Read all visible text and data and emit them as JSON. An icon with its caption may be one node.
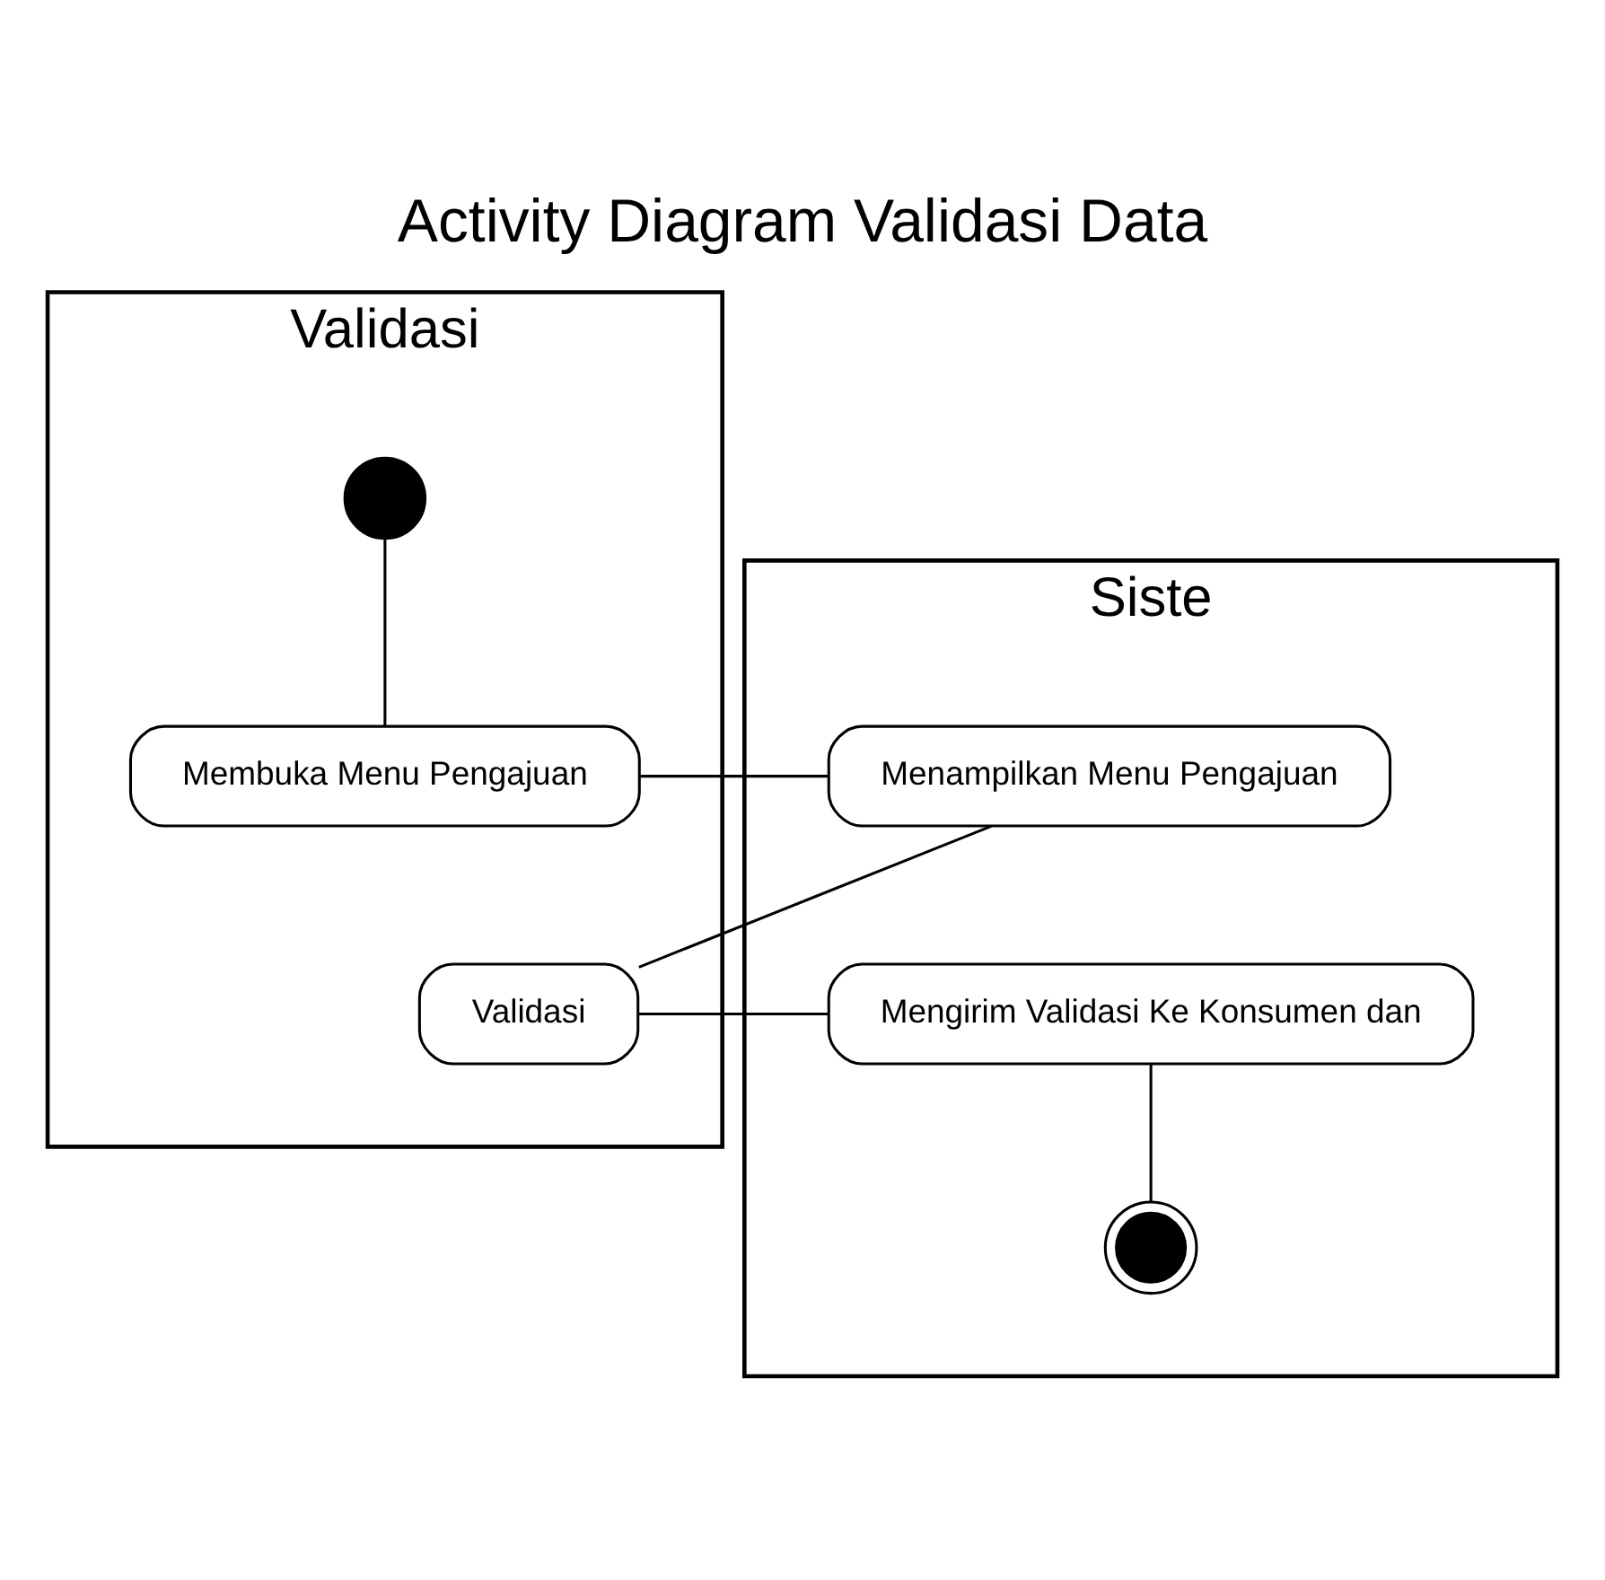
{
  "diagram": {
    "title": "Activity Diagram Validasi Data",
    "nodes": [
      {
        "text": [
          "Validasi"
        ]
      },
      {
        "text": [
          "Siste"
        ]
      },
      {
        "text": [],
        "shape": "circle",
        "in": 0
      },
      {
        "text": [
          "Membuka Menu Pengajuan"
        ],
        "in": 0
      },
      {
        "text": [
          "Menampilkan Menu Pengajuan"
        ],
        "in": 1
      },
      {
        "text": [
          "Validasi"
        ],
        "in": 0
      },
      {
        "text": [
          "Mengirim Validasi Ke Konsumen dan"
        ],
        "in": 1
      },
      {
        "text": [],
        "shape": "circle",
        "in": 1
      }
    ],
    "edges": [
      {
        "from": 2,
        "to": 3,
        "arrow": "none"
      },
      {
        "from": 3,
        "to": 4,
        "arrow": "none"
      },
      {
        "from": 4,
        "to": 5,
        "arrow": "none"
      },
      {
        "from": 5,
        "to": 6,
        "arrow": "none"
      },
      {
        "from": 6,
        "to": 7,
        "arrow": "none"
      }
    ]
  }
}
